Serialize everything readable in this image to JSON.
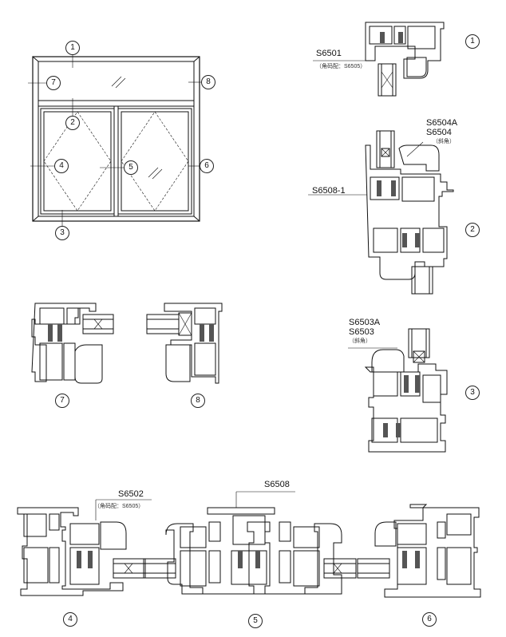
{
  "callouts": {
    "c1": "1",
    "c2": "2",
    "c3": "3",
    "c4": "4",
    "c5": "5",
    "c6": "6",
    "c7": "7",
    "c8": "8"
  },
  "sections": {
    "s1": {
      "part": "S6501",
      "note": "（角码配：S6505）",
      "number": "1"
    },
    "s2": {
      "part_a": "S6504A",
      "part_b": "S6504",
      "note": "（斜角）",
      "part_c": "S6508-1",
      "number": "2"
    },
    "s3": {
      "part_a": "S6503A",
      "part_b": "S6503",
      "note": "（斜角）",
      "number": "3"
    },
    "s4": {
      "part": "S6502",
      "note": "（角码配：S6505）",
      "number": "4"
    },
    "s5": {
      "part": "S6508",
      "number": "5"
    },
    "s6": {
      "number": "6"
    },
    "s7": {
      "number": "7"
    },
    "s8": {
      "number": "8"
    }
  },
  "colors": {
    "ink": "#111111",
    "hatch": "#555555",
    "paper": "#ffffff"
  }
}
